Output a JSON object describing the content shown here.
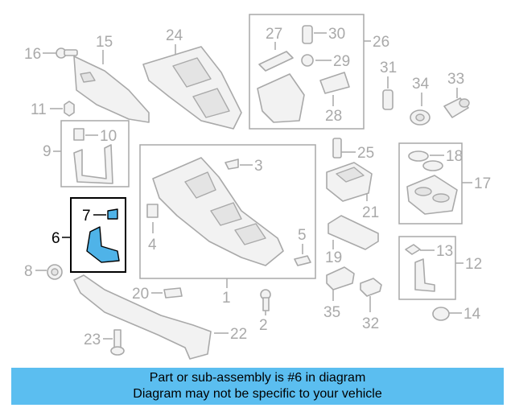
{
  "diagram": {
    "callouts": {
      "c1": "1",
      "c2": "2",
      "c3": "3",
      "c4": "4",
      "c5": "5",
      "c6": "6",
      "c7": "7",
      "c8": "8",
      "c9": "9",
      "c10": "10",
      "c11": "11",
      "c12": "12",
      "c13": "13",
      "c14": "14",
      "c15": "15",
      "c16": "16",
      "c17": "17",
      "c18": "18",
      "c19": "19",
      "c20": "20",
      "c21": "21",
      "c22": "22",
      "c23": "23",
      "c24": "24",
      "c25": "25",
      "c26": "26",
      "c27": "27",
      "c28": "28",
      "c29": "29",
      "c30": "30",
      "c31": "31",
      "c32": "32",
      "c33": "33",
      "c34": "34",
      "c35": "35"
    },
    "highlight_color": "#4fb3e8",
    "line_color": "#a9a9a9"
  },
  "banner": {
    "line1": "Part or sub-assembly is #6 in diagram",
    "line2": "Diagram may not be specific to your vehicle",
    "background": "#5bbef0"
  }
}
